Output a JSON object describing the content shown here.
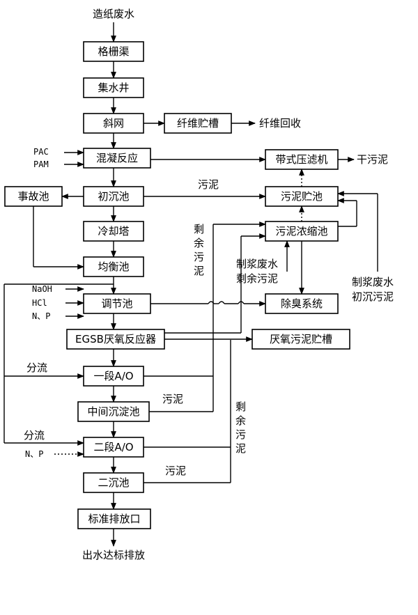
{
  "diagram": {
    "input": "造纸废水",
    "output": "出水达标排放",
    "nodes": {
      "grille": "格栅渠",
      "sump": "集水井",
      "screen": "斜网",
      "fiber_tank": "纤维贮槽",
      "coag": "混凝反应",
      "belt_press": "带式压滤机",
      "primary": "初沉池",
      "accident": "事故池",
      "sludge_tank": "污泥贮池",
      "cooling": "冷却塔",
      "thickener": "污泥浓缩池",
      "equal": "均衡池",
      "adjust": "调节池",
      "deodor": "除臭系统",
      "egsb": "EGSB厌氧反应器",
      "anaer_tank": "厌氧污泥贮槽",
      "ao1": "一段A/O",
      "mid_settle": "中间沉淀池",
      "ao2": "二段A/O",
      "secondary": "二沉池",
      "outlet": "标准排放口"
    },
    "labels": {
      "fiber_recovery": "纤维回收",
      "dry_sludge": "干污泥",
      "pac": "PAC",
      "pam": "PAM",
      "sludge_top": "污泥",
      "naoh": "NaOH",
      "hcl": "HCl",
      "np1": "N、P",
      "split1": "分流",
      "split2": "分流",
      "np2": "N、P",
      "sludge_mid": "污泥",
      "sludge_low": "污泥",
      "excess_sludge_1": [
        "剩",
        "余",
        "污",
        "泥"
      ],
      "excess_sludge_2": [
        "剩",
        "余",
        "污",
        "泥"
      ],
      "pulp_excess": [
        "制浆废水",
        "剩余污泥"
      ],
      "pulp_primary": [
        "制浆废水",
        "初沉污泥"
      ]
    }
  }
}
